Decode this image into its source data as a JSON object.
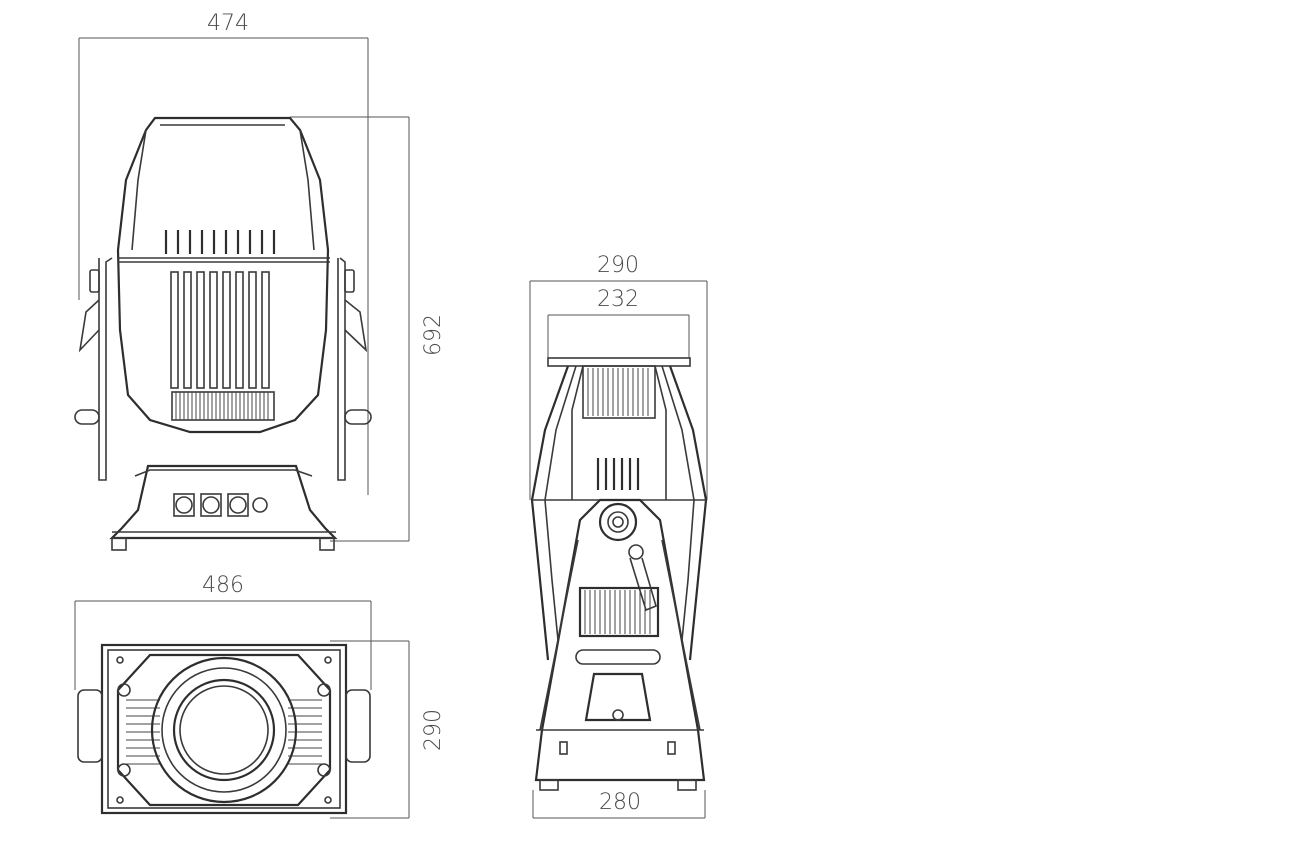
{
  "dimensions": {
    "front_width": "474",
    "front_height": "692",
    "top_width": "486",
    "top_depth": "290",
    "side_width": "290",
    "side_inner_width": "232",
    "side_base_width": "280"
  },
  "colors": {
    "line": "#3a3a3a",
    "dimension_text": "#4a4a4a",
    "background": "#ffffff"
  }
}
